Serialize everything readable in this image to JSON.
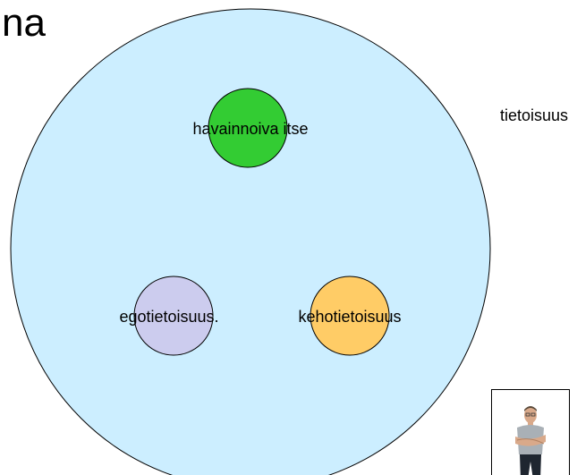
{
  "title": "na",
  "outer_label": "tietoisuus",
  "nodes": [
    {
      "label": "havainnoiva itse",
      "color": "#33cc33"
    },
    {
      "label": "egotietoisuus.",
      "color": "#ccccee"
    },
    {
      "label": "kehotietoisuus",
      "color": "#ffcc66"
    }
  ],
  "outer_circle_color": "#cceeff",
  "photo": {
    "subject": "person-photo"
  }
}
